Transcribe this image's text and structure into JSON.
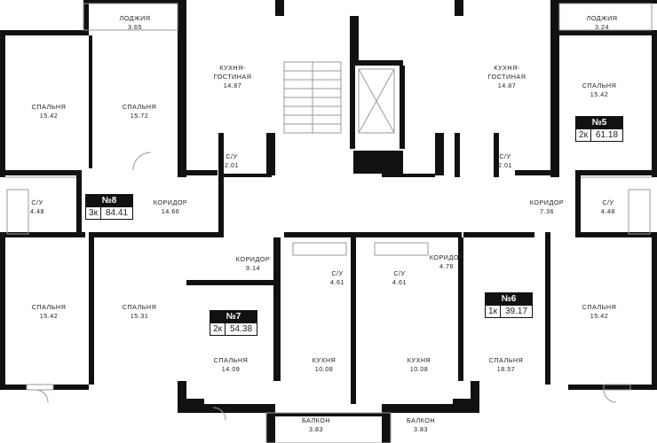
{
  "rooms": {
    "loggia_left": {
      "name": "ЛОДЖИЯ",
      "area": "3.65"
    },
    "loggia_right": {
      "name": "ЛОДЖИЯ",
      "area": "3.24"
    },
    "bed_tl1": {
      "name": "СПАЛЬНЯ",
      "area": "15.42"
    },
    "bed_tl2": {
      "name": "СПАЛЬНЯ",
      "area": "15.72"
    },
    "kitchen_l": {
      "name1": "КУХНЯ-",
      "name2": "ГОСТИНАЯ",
      "area": "14.87"
    },
    "kitchen_r": {
      "name1": "КУХНЯ-",
      "name2": "ГОСТИНАЯ",
      "area": "14.87"
    },
    "bed_tr": {
      "name": "СПАЛЬНЯ",
      "area": "15.42"
    },
    "wc_l1": {
      "name": "С/У",
      "area": "2.01"
    },
    "wc_r1": {
      "name": "С/У",
      "area": "2.01"
    },
    "wc_l2": {
      "name": "С/У",
      "area": "4.48"
    },
    "wc_r2": {
      "name": "С/У",
      "area": "4.48"
    },
    "cor_l": {
      "name": "КОРИДОР",
      "area": "14.66"
    },
    "cor_r": {
      "name": "КОРИДОР",
      "area": "7.36"
    },
    "cor_m": {
      "name": "КОРИДОР",
      "area": "9.14"
    },
    "cor_m2": {
      "name": "КОРИДОР",
      "area": "4.76"
    },
    "wc_m1": {
      "name": "С/У",
      "area": "4.61"
    },
    "wc_m2": {
      "name": "С/У",
      "area": "4.61"
    },
    "bed_bl": {
      "name": "СПАЛЬНЯ",
      "area": "15.42"
    },
    "bed_bl2": {
      "name": "СПАЛЬНЯ",
      "area": "15.31"
    },
    "bed_7": {
      "name": "СПАЛЬНЯ",
      "area": "14.09"
    },
    "kitchen_m1": {
      "name": "КУХНЯ",
      "area": "10.08"
    },
    "kitchen_m2": {
      "name": "КУХНЯ",
      "area": "10.08"
    },
    "bed_6": {
      "name": "СПАЛЬНЯ",
      "area": "18.57"
    },
    "bed_br": {
      "name": "СПАЛЬНЯ",
      "area": "15.42"
    },
    "balcony_l": {
      "name": "БАЛКОН",
      "area": "3.83"
    },
    "balcony_r": {
      "name": "БАЛКОН",
      "area": "3.83"
    }
  },
  "apartments": {
    "a8": {
      "num": "№8",
      "rooms": "3к",
      "area": "84.41"
    },
    "a5": {
      "num": "№5",
      "rooms": "2к",
      "area": "61.18"
    },
    "a7": {
      "num": "№7",
      "rooms": "2к",
      "area": "54.38"
    },
    "a6": {
      "num": "№6",
      "rooms": "1к",
      "area": "39.17"
    }
  },
  "colors": {
    "wall": "#111111",
    "line": "#999999"
  }
}
